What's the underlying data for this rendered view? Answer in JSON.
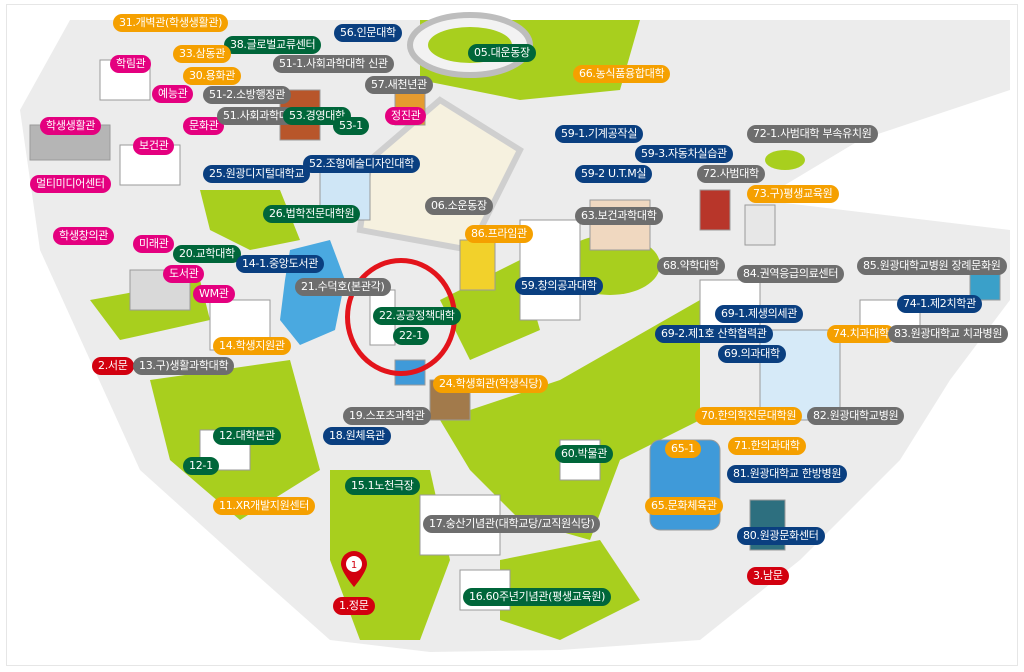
{
  "map": {
    "title": "Campus map",
    "highlight_building": "22.공공정책대학",
    "marker_label": "1",
    "colors": {
      "pink": "#e4007f",
      "orange": "#f5a000",
      "green": "#00663a",
      "navy": "#0a3f80",
      "gray": "#6e6e6e",
      "red": "#d2000f",
      "lawn": "#a8cf1e",
      "ground": "#ececec",
      "water": "#4aa9e0",
      "ring": "#e3141b"
    },
    "labels": [
      {
        "text": "31.개벽관(학생생활관)",
        "type": "orange"
      },
      {
        "text": "38.글로벌교류센터",
        "type": "green"
      },
      {
        "text": "56.인문대학",
        "type": "navy"
      },
      {
        "text": "51-1.사회과학대학 신관",
        "type": "gray"
      },
      {
        "text": "33.삼동관",
        "type": "orange"
      },
      {
        "text": "30.용화관",
        "type": "orange"
      },
      {
        "text": "학림관",
        "type": "pink"
      },
      {
        "text": "예능관",
        "type": "pink"
      },
      {
        "text": "51-2.소방행정관",
        "type": "gray"
      },
      {
        "text": "57.새천년관",
        "type": "gray"
      },
      {
        "text": "05.대운동장",
        "type": "green"
      },
      {
        "text": "66.농식품융합대학",
        "type": "orange"
      },
      {
        "text": "학생생활관",
        "type": "pink"
      },
      {
        "text": "문화관",
        "type": "pink"
      },
      {
        "text": "51.사회과학대",
        "type": "gray"
      },
      {
        "text": "53.경영대학",
        "type": "green"
      },
      {
        "text": "53-1",
        "type": "green"
      },
      {
        "text": "정진관",
        "type": "pink"
      },
      {
        "text": "보건관",
        "type": "pink"
      },
      {
        "text": "25.원광디지털대학교",
        "type": "navy"
      },
      {
        "text": "52.조형예술디자인대학",
        "type": "navy"
      },
      {
        "text": "멀티미디어센터",
        "type": "pink"
      },
      {
        "text": "26.법학전문대학원",
        "type": "green"
      },
      {
        "text": "06.소운동장",
        "type": "gray"
      },
      {
        "text": "학생창의관",
        "type": "pink"
      },
      {
        "text": "미래관",
        "type": "pink"
      },
      {
        "text": "20.교학대학",
        "type": "green"
      },
      {
        "text": "14-1.중앙도서관",
        "type": "navy"
      },
      {
        "text": "도서관",
        "type": "pink"
      },
      {
        "text": "21.수덕호(본관각)",
        "type": "gray"
      },
      {
        "text": "WM관",
        "type": "pink"
      },
      {
        "text": "86.프라임관",
        "type": "orange"
      },
      {
        "text": "22.공공정책대학",
        "type": "green"
      },
      {
        "text": "22-1",
        "type": "green"
      },
      {
        "text": "14.학생지원관",
        "type": "orange"
      },
      {
        "text": "2.서문",
        "type": "red"
      },
      {
        "text": "13.구)생활과학대학",
        "type": "gray"
      },
      {
        "text": "24.학생회관(학생식당)",
        "type": "orange"
      },
      {
        "text": "19.스포츠과학관",
        "type": "gray"
      },
      {
        "text": "18.원체육관",
        "type": "navy"
      },
      {
        "text": "12.대학본관",
        "type": "green"
      },
      {
        "text": "12-1",
        "type": "green"
      },
      {
        "text": "15.1노천극장",
        "type": "green"
      },
      {
        "text": "11.XR개발지원센터",
        "type": "orange"
      },
      {
        "text": "17.숭산기념관(대학교당/교직원식당)",
        "type": "gray"
      },
      {
        "text": "16.60주년기념관(평생교육원)",
        "type": "green"
      },
      {
        "text": "1.정문",
        "type": "red"
      },
      {
        "text": "60.박물관",
        "type": "green"
      },
      {
        "text": "65-1",
        "type": "orange"
      },
      {
        "text": "65.문화체육관",
        "type": "orange"
      },
      {
        "text": "80.원광문화센터",
        "type": "navy"
      },
      {
        "text": "3.남문",
        "type": "red"
      },
      {
        "text": "81.원광대학교 한방병원",
        "type": "navy"
      },
      {
        "text": "71.한의과대학",
        "type": "orange"
      },
      {
        "text": "70.한의학전문대학원",
        "type": "orange"
      },
      {
        "text": "82.원광대학교병원",
        "type": "gray"
      },
      {
        "text": "69.의과대학",
        "type": "navy"
      },
      {
        "text": "69-2.제1호 산학협력관",
        "type": "navy"
      },
      {
        "text": "69-1.제생의세관",
        "type": "navy"
      },
      {
        "text": "74.치과대학",
        "type": "orange"
      },
      {
        "text": "83.원광대학교 치과병원",
        "type": "gray"
      },
      {
        "text": "74-1.제2치학관",
        "type": "navy"
      },
      {
        "text": "85.원광대학교병원 장례문화원",
        "type": "gray"
      },
      {
        "text": "84.권역응급의료센터",
        "type": "gray"
      },
      {
        "text": "68.약학대학",
        "type": "gray"
      },
      {
        "text": "59.창의공과대학",
        "type": "navy"
      },
      {
        "text": "63.보건과학대학",
        "type": "gray"
      },
      {
        "text": "73.구)평생교육원",
        "type": "orange"
      },
      {
        "text": "72.사범대학",
        "type": "gray"
      },
      {
        "text": "59-2 U.T.M실",
        "type": "navy"
      },
      {
        "text": "59-3.자동차실습관",
        "type": "navy"
      },
      {
        "text": "59-1.기계공작실",
        "type": "navy"
      },
      {
        "text": "72-1.사범대학 부속유치원",
        "type": "gray"
      }
    ]
  }
}
